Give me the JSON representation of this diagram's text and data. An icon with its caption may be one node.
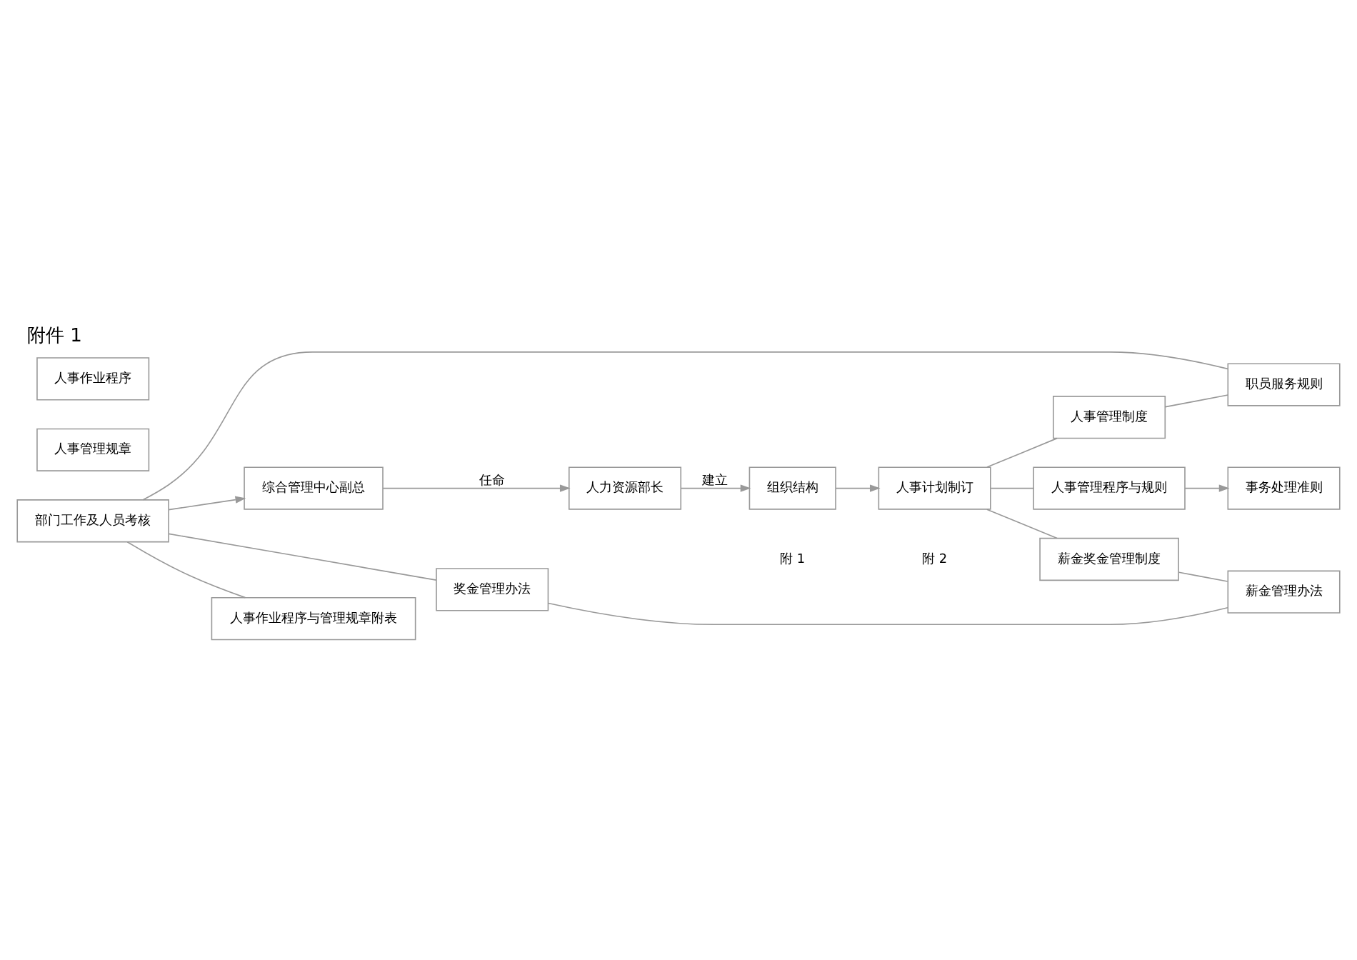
{
  "diagram": {
    "title": "附件 1",
    "nodes": [
      {
        "text": [
          "综合管理中心副总"
        ]
      },
      {
        "text": [
          "人力资源部长"
        ]
      },
      {
        "text": [
          "组织结构"
        ],
        "beside": [
          "附 1"
        ]
      },
      {
        "text": [
          "人事计划制订"
        ],
        "beside": [
          "附 2"
        ]
      },
      {
        "text": [
          "人事管理程序与规则"
        ]
      },
      {
        "text": [
          "人事管理制度"
        ]
      },
      {
        "text": [
          "薪金奖金管理制度"
        ]
      },
      {
        "text": [
          "奖金管理办法"
        ]
      },
      {
        "text": [
          "薪金管理办法"
        ]
      },
      {
        "text": [
          "部门工作及人员考核"
        ]
      },
      {
        "text": [
          "职员服务规则"
        ]
      },
      {
        "text": [
          "人事作业程序与管理规章附表"
        ]
      },
      {
        "text": [
          "人事管理规章"
        ]
      },
      {
        "text": [
          "人事作业程序"
        ]
      },
      {
        "text": [
          "事务处理准则"
        ]
      }
    ],
    "edges": [
      {
        "from": 0,
        "to": 1,
        "arrow": "to",
        "label": "任命"
      },
      {
        "from": 1,
        "to": 2,
        "arrow": "to",
        "label": "建立"
      },
      {
        "from": 2,
        "to": 3,
        "arrow": "to"
      },
      {
        "from": 3,
        "to": 4,
        "arrow": "none"
      },
      {
        "from": 3,
        "to": 5,
        "arrow": "none"
      },
      {
        "from": 3,
        "to": 6,
        "arrow": "none"
      },
      {
        "from": 4,
        "to": 14,
        "arrow": "to"
      },
      {
        "from": 5,
        "to": 10,
        "arrow": "none"
      },
      {
        "from": 6,
        "to": 8,
        "arrow": "none"
      },
      {
        "from": 7,
        "to": 8,
        "arrow": "none"
      },
      {
        "from": 9,
        "to": 0,
        "arrow": "to"
      },
      {
        "from": 9,
        "to": 7,
        "arrow": "none"
      },
      {
        "from": 9,
        "to": 10,
        "arrow": "none"
      },
      {
        "from": 9,
        "to": 11,
        "arrow": "none"
      }
    ]
  }
}
